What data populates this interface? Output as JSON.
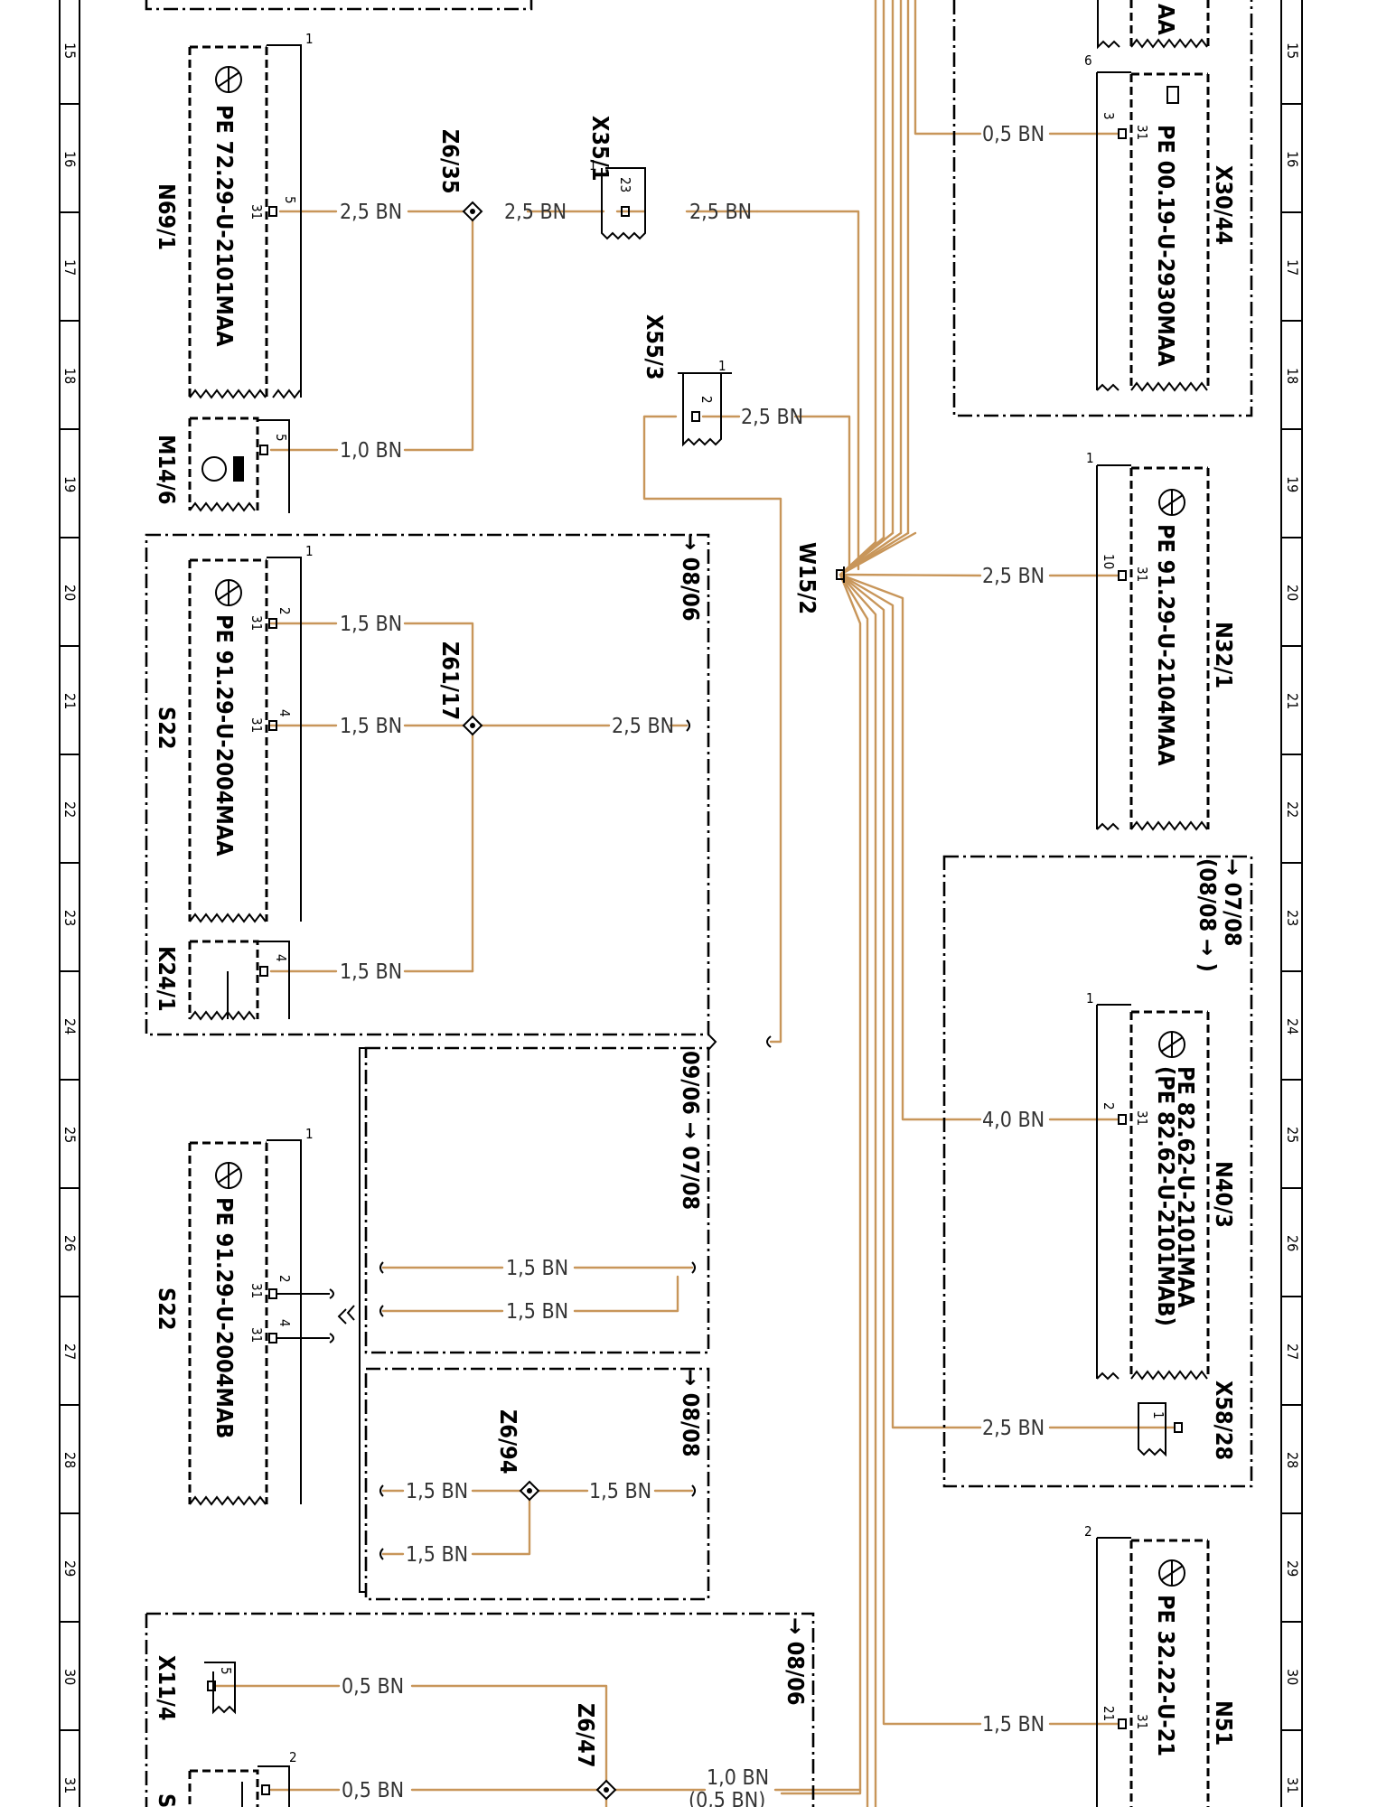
{
  "colors": {
    "wire": "#C8965A",
    "line": "#000000",
    "background": "#FFFFFF"
  },
  "ruler": {
    "labels": [
      "15",
      "16",
      "17",
      "18",
      "19",
      "20",
      "21",
      "22",
      "23",
      "24",
      "25",
      "26",
      "27",
      "28",
      "29",
      "30",
      "31"
    ]
  },
  "components": {
    "n69_1": {
      "id": "N69/1",
      "part": "PE 72.29-U-2101MAA",
      "pin": "5",
      "sub_pin": "31",
      "index": "1"
    },
    "m14_6": {
      "id": "M14/6",
      "pin": "5"
    },
    "s22_a": {
      "id": "S22",
      "part": "PE 91.29-U-2004MAA",
      "pin_top": "2",
      "pin_mid": "4",
      "sub_pin": "31",
      "index": "1"
    },
    "k24_1": {
      "id": "K24/1",
      "pin": "4"
    },
    "s22_b": {
      "id": "S22",
      "part": "PE 91.29-U-2004MAB",
      "pin_top": "2",
      "pin_mid": "4",
      "sub_pin": "31",
      "index": "1"
    },
    "x11_4": {
      "id": "X11/4",
      "pin": "5"
    },
    "s_bottom": {
      "id": "S",
      "pin": "2"
    },
    "x35_1": {
      "id": "X35/1",
      "pin": "23",
      "index": "1"
    },
    "x55_3": {
      "id": "X55/3",
      "pin": "2",
      "index": "1"
    },
    "w15_2": {
      "id": "W15/2"
    },
    "x30_44": {
      "id": "X30/44",
      "part": "PE 00.19-U-2930MAA",
      "pin": "3",
      "sub_pin": "31",
      "index": "6",
      "top_text": "AA"
    },
    "n32_1": {
      "id": "N32/1",
      "part": "PE 91.29-U-2104MAA",
      "pin": "10",
      "sub_pin": "31",
      "index": "1"
    },
    "n40_3": {
      "id": "N40/3",
      "part1": "PE 82.62-U-2101MAA",
      "part2": "(PE 82.62-U-2101MAB)",
      "pin": "2",
      "sub_pin": "31",
      "index": "1"
    },
    "x58_28": {
      "id": "X58/28",
      "pin": "1"
    },
    "n51": {
      "id": "N51",
      "part": "PE 32.22-U-21",
      "pin": "21",
      "sub_pin": "31",
      "index": "2"
    }
  },
  "splices": {
    "z6_35": "Z6/35",
    "z61_17": "Z61/17",
    "z6_94": "Z6/94",
    "z6_47": "Z6/47"
  },
  "validity": {
    "v1": "→ 08/06",
    "v2": "09/06 → 07/08",
    "v3": "→ 08/08",
    "v4": "→ 07/08",
    "v4b": "(08/08 → )",
    "v5": "→ 08/06"
  },
  "wires": {
    "n69_z635": "2,5 BN",
    "z635_x351": "2,5 BN",
    "x351_w152": "2,5 BN",
    "m146": "1,0 BN",
    "x553": "2,5 BN",
    "s22a_top": "1,5 BN",
    "s22a_mid": "1,5 BN",
    "z6117_out": "2,5 BN",
    "k241": "1,5 BN",
    "s22b_1": "1,5 BN",
    "s22b_2": "1,5 BN",
    "z694_l": "1,5 BN",
    "z694_r": "1,5 BN",
    "z694_b": "1,5 BN",
    "x114": "0,5 BN",
    "s_bot": "0,5 BN",
    "z647_out": "1,0 BN",
    "z647_out_alt": "(0,5 BN)",
    "x3044": "0,5 BN",
    "n321": "2,5 BN",
    "n403": "4,0 BN",
    "x5828": "2,5 BN",
    "n51": "1,5 BN"
  }
}
